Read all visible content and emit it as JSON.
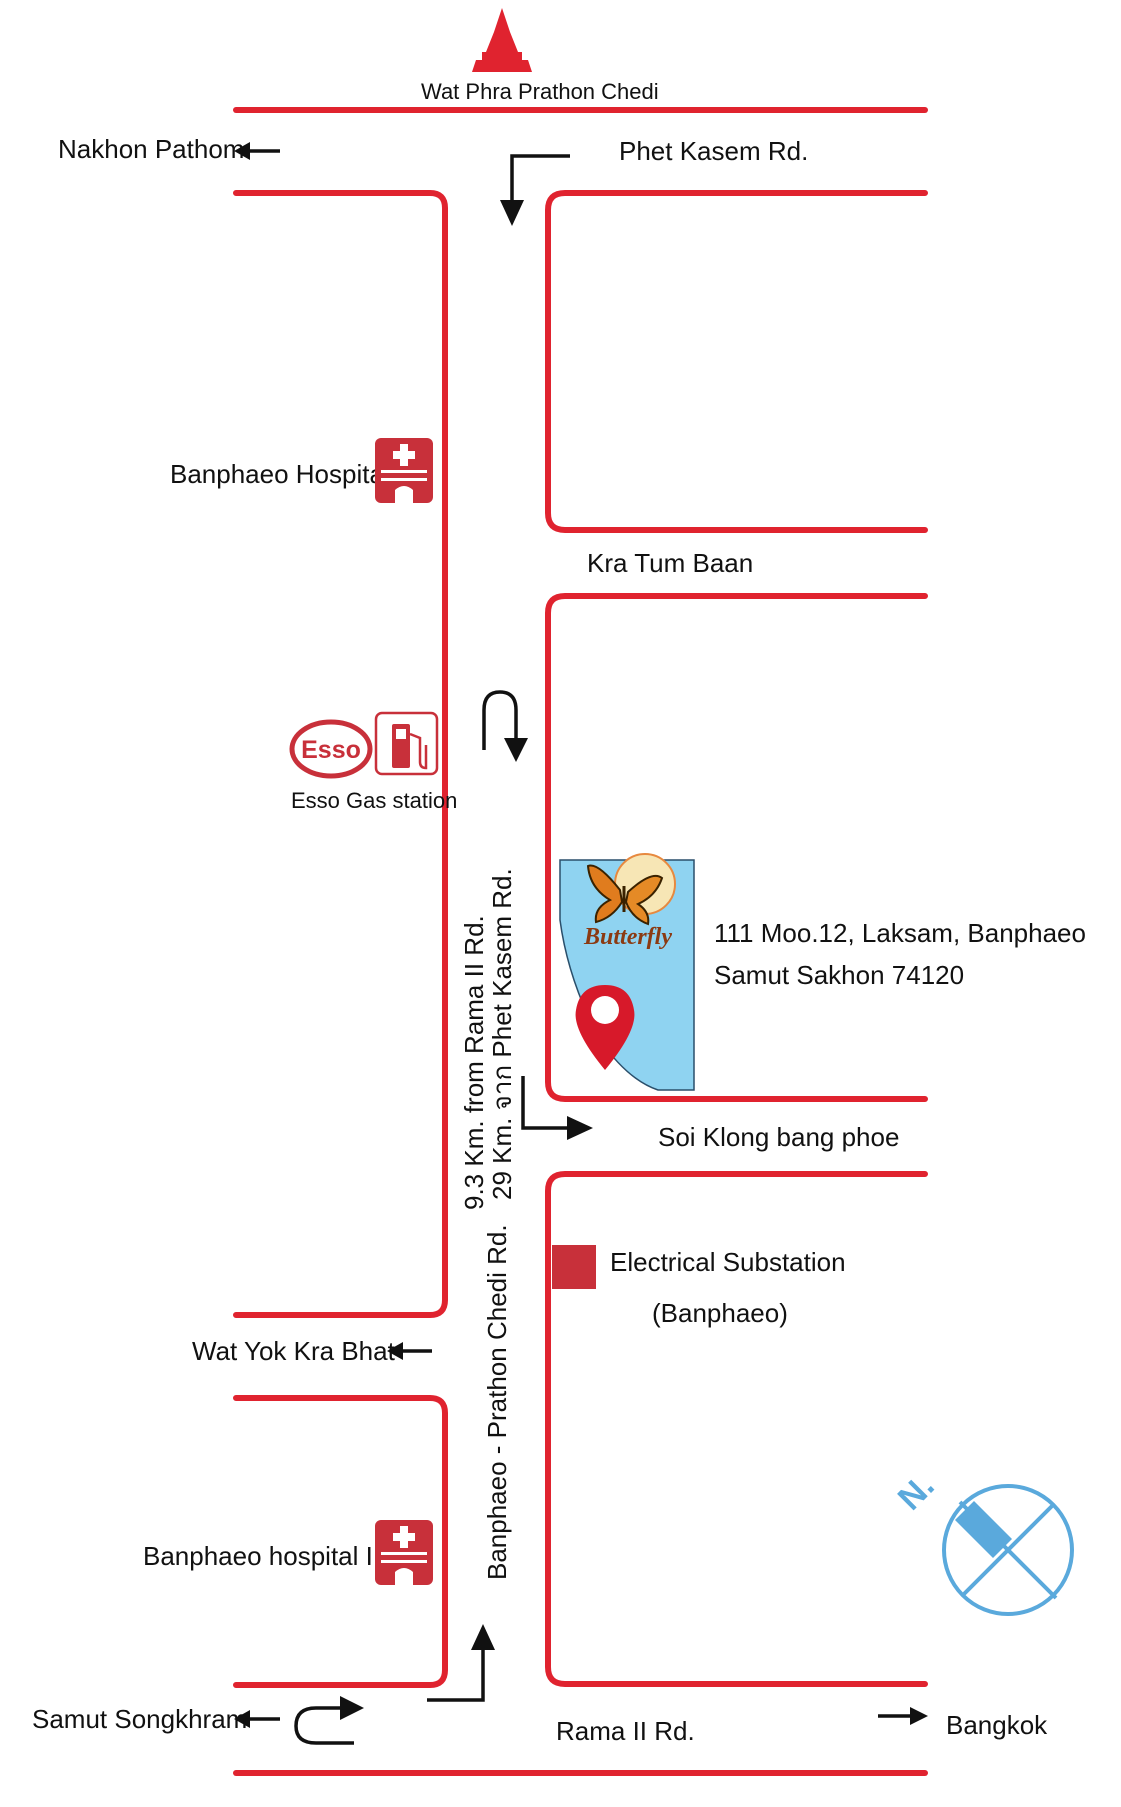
{
  "colors": {
    "road": "#e0232f",
    "road_outline": "#c8232f",
    "icon_red": "#c8303a",
    "lake": "#8fd3f1",
    "compass": "#5aa9dc",
    "arrow": "#111111"
  },
  "landmarks": {
    "top_chedi": "Wat Phra Prathon Chedi",
    "hospital_1": "Banphaeo Hospital",
    "gas_logo": "Esso",
    "gas_station": "Esso Gas station",
    "wat_yok": "Wat Yok Kra Bhat",
    "hospital_2": "Banphaeo hospital II",
    "substation_line1": "Electrical Substation",
    "substation_line2": "(Banphaeo)"
  },
  "directions": {
    "nakhon_pathom": "Nakhon Pathom",
    "samut_songkhram": "Samut Songkhram",
    "bangkok": "Bangkok"
  },
  "roads": {
    "phet_kasem": "Phet Kasem Rd.",
    "kra_tum_baan": "Kra Tum Baan",
    "soi_klong": "Soi Klong bang phoe",
    "rama_ii": "Rama II Rd.",
    "vertical_line1": "9.3 Km. from Rama II Rd.",
    "vertical_line2": "29 Km. จาก Phet Kasem Rd.",
    "vertical_main": "Banphaeo - Prathon Chedi Rd."
  },
  "destination": {
    "logo_text": "Butterfly",
    "address_line1": "111 Moo.12, Laksam, Banphaeo",
    "address_line2": "Samut Sakhon 74120"
  },
  "compass": {
    "north_label": "N."
  }
}
